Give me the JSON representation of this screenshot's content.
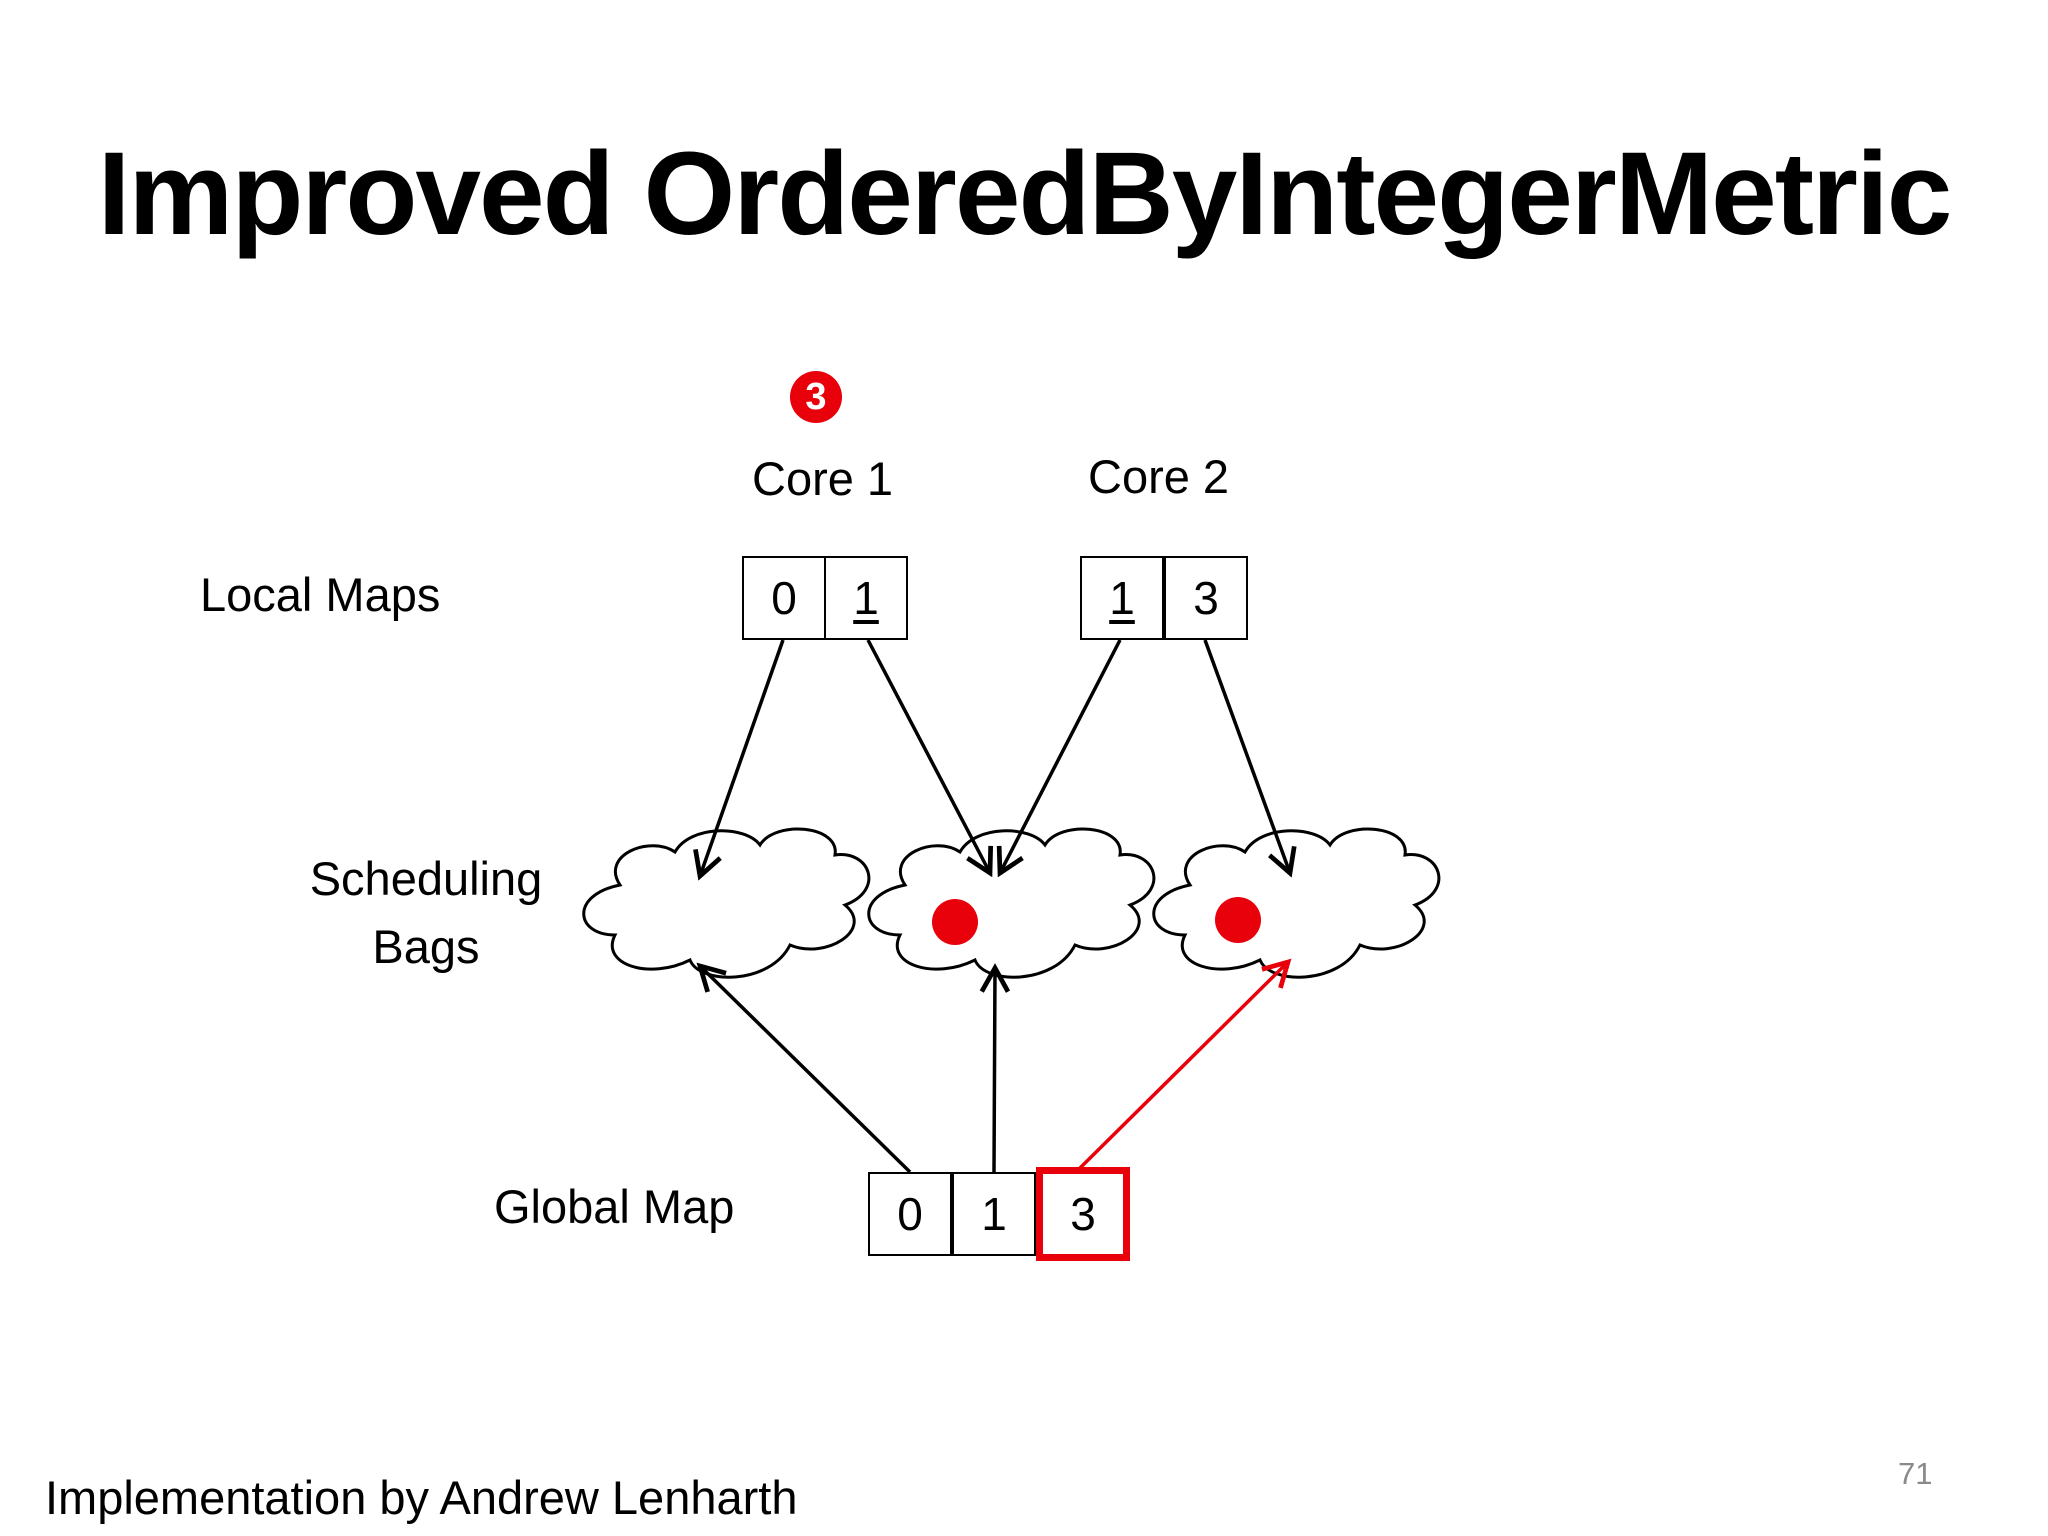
{
  "slide": {
    "title": "Improved OrderedByIntegerMetric",
    "row_labels": {
      "local_maps": "Local Maps",
      "scheduling_bags": [
        "Scheduling",
        "Bags"
      ],
      "global_map": "Global Map"
    },
    "cores": [
      {
        "label": "Core 1",
        "local_map": [
          {
            "value": "0",
            "underlined": false
          },
          {
            "value": "1",
            "underlined": true
          }
        ]
      },
      {
        "label": "Core 2",
        "local_map": [
          {
            "value": "1",
            "underlined": true
          },
          {
            "value": "3",
            "underlined": false
          }
        ]
      }
    ],
    "step_badge": "3",
    "global_map": [
      {
        "value": "0",
        "highlighted": false
      },
      {
        "value": "1",
        "highlighted": false
      },
      {
        "value": "3",
        "highlighted": true
      }
    ],
    "footer": "Implementation by Andrew Lenharth",
    "page_number": "71",
    "colors": {
      "highlight": "#e8000a",
      "line": "#000000"
    }
  }
}
